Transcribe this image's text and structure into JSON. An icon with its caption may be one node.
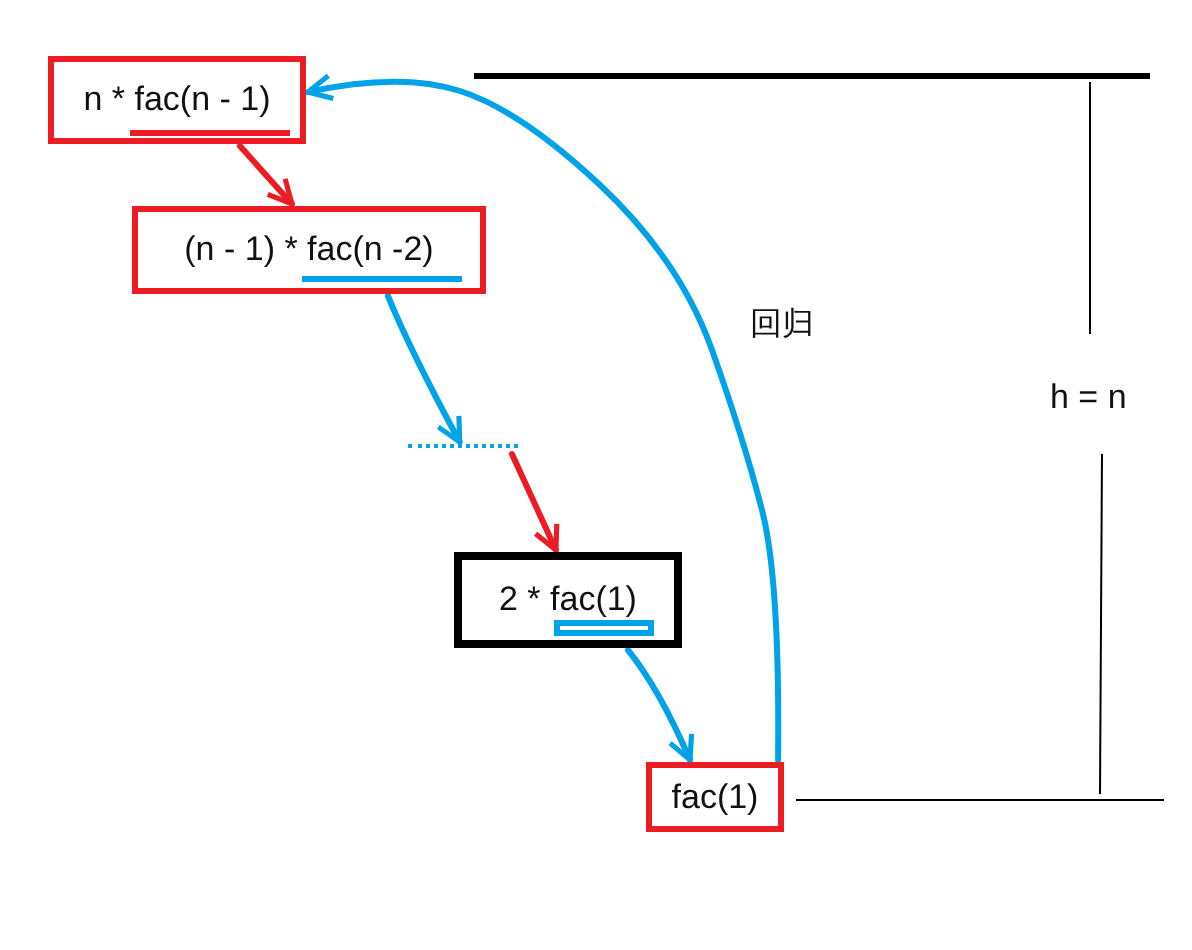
{
  "diagram": {
    "nodes": [
      {
        "text": [
          "n * fac(n - 1)"
        ]
      },
      {
        "text": [
          "(n - 1) * fac(n -2)"
        ]
      },
      {
        "text": [],
        "shape": "line"
      },
      {
        "text": [
          "2 * fac(1)"
        ]
      },
      {
        "text": [
          "fac(1)"
        ]
      }
    ],
    "edges": [
      {
        "from": 0,
        "to": 1,
        "arrow": "to",
        "color": "#ed1c24"
      },
      {
        "from": 1,
        "to": 2,
        "arrow": "to"
      },
      {
        "from": 2,
        "to": 3,
        "arrow": "to",
        "color": "#ed1c24"
      },
      {
        "from": 3,
        "to": 4,
        "arrow": "to"
      },
      {
        "from": 4,
        "to": 0,
        "arrow": "to",
        "label": "回归"
      }
    ],
    "labels": [
      "h = n"
    ]
  }
}
